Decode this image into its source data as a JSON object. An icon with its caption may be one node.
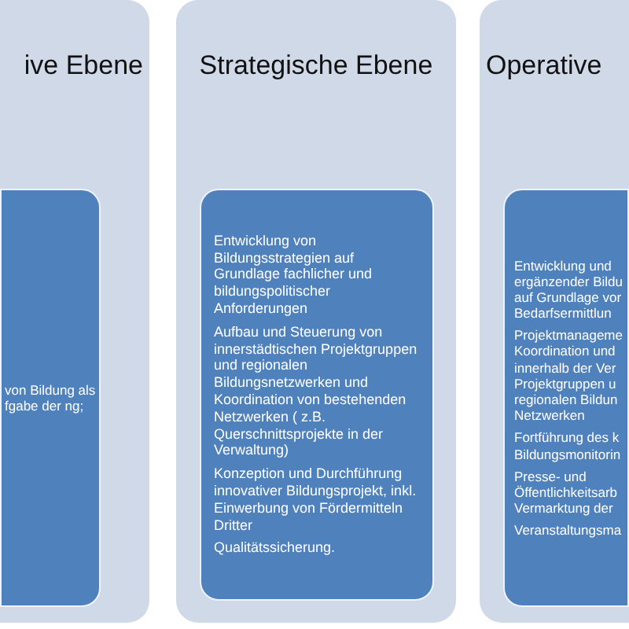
{
  "diagram": {
    "nodes": [
      {
        "text": [
          "ive Ebene"
        ]
      },
      {
        "text": [
          "von Bildung als fgabe der ng;"
        ],
        "in": 0
      },
      {
        "text": [
          "Strategische Ebene"
        ]
      },
      {
        "text": [
          "Entwicklung von Bildungsstrategien auf Grundlage fachlicher und bildungspolitischer Anforderungen",
          "Aufbau und Steuerung von innerstädtischen Projektgruppen und regionalen Bildungsnetzwerken und Koordination von bestehenden Netzwerken ( z.B. Querschnittsprojekte in der Verwaltung)",
          "Konzeption und Durchführung innovativer Bildungsprojekt, inkl. Einwerbung von Fördermitteln Dritter",
          "Qualitätssicherung."
        ],
        "in": 2
      },
      {
        "text": [
          "Operative"
        ]
      },
      {
        "text": [
          "Entwicklung und ergänzender Bildu auf Grundlage vor Bedarfsermittlun",
          "Projektmanageme Koordination und innerhalb der Ver Projektgruppen u regionalen Bildun Netzwerken",
          "Fortführung des k Bildungsmonitorin",
          "Presse- und Öffentlichkeitsarb Vermarktung der",
          "Veranstaltungsma"
        ],
        "in": 4
      }
    ]
  }
}
